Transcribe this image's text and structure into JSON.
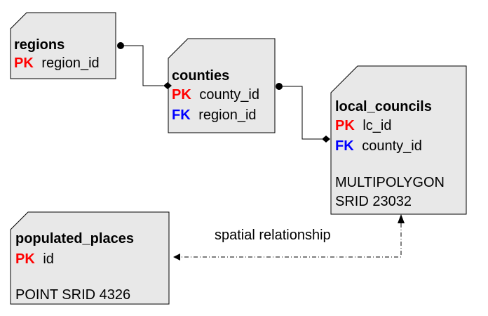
{
  "colors": {
    "pk": "#ff0000",
    "fk": "#0000ff",
    "box_fill": "#e8e8e8",
    "line": "#000000"
  },
  "entities": {
    "regions": {
      "title": "regions",
      "pk_tag": "PK",
      "pk_field": "region_id"
    },
    "counties": {
      "title": "counties",
      "pk_tag": "PK",
      "pk_field": "county_id",
      "fk_tag": "FK",
      "fk_field": "region_id"
    },
    "local_councils": {
      "title": "local_councils",
      "pk_tag": "PK",
      "pk_field": "lc_id",
      "fk_tag": "FK",
      "fk_field": "county_id",
      "geom_type": "MULTIPOLYGON",
      "srid": "SRID 23032"
    },
    "populated_places": {
      "title": "populated_places",
      "pk_tag": "PK",
      "pk_field": "id",
      "geom": "POINT SRID 4326"
    }
  },
  "relationships": {
    "spatial_label": "spatial relationship"
  }
}
